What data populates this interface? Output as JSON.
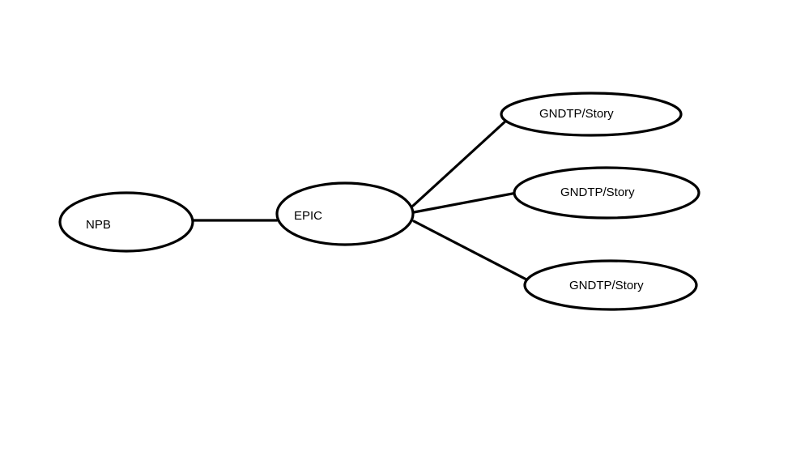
{
  "diagram": {
    "nodes": [
      {
        "id": "npb",
        "label": "NPB"
      },
      {
        "id": "epic",
        "label": "EPIC"
      },
      {
        "id": "story1",
        "label": "GNDTP/Story"
      },
      {
        "id": "story2",
        "label": "GNDTP/Story"
      },
      {
        "id": "story3",
        "label": "GNDTP/Story"
      }
    ],
    "edges": [
      {
        "from": "npb",
        "to": "epic"
      },
      {
        "from": "epic",
        "to": "story1"
      },
      {
        "from": "epic",
        "to": "story2"
      },
      {
        "from": "epic",
        "to": "story3"
      }
    ],
    "colors": {
      "line": "#000000",
      "fill": "#ffffff",
      "background": "#ffffff"
    }
  }
}
